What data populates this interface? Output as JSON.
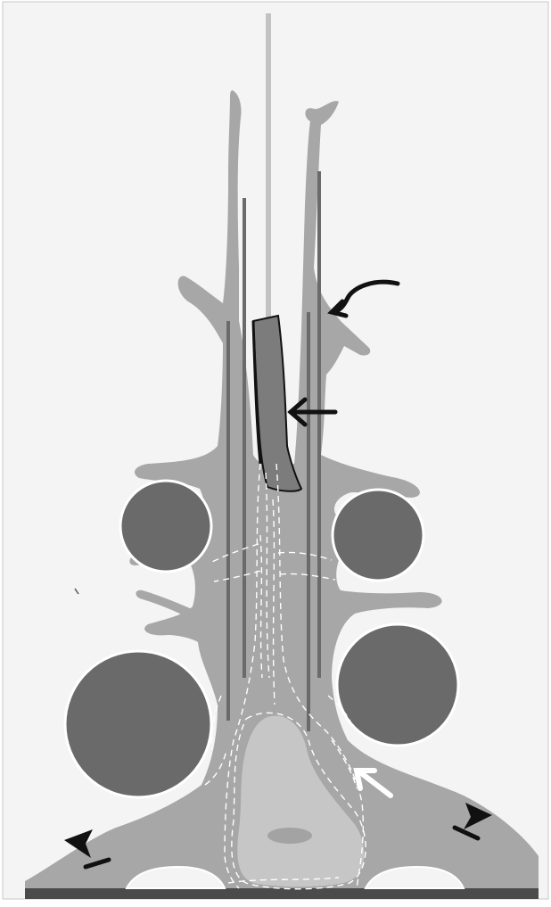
{
  "figure": {
    "colors": {
      "background": "#ffffff",
      "panel": "#f4f4f4",
      "panel_border": "#c8c8c8",
      "cell_body": "#a7a7a7",
      "axon": "#6a6a6a",
      "nucleus_region": "#c6c6c6",
      "nucleus": "#a3a3a3",
      "filaments": "#ffffff",
      "pipette": "#c2c2c2",
      "probe_fill": "#7c7c7c",
      "outline": "#111111",
      "base_strip": "#4b4b4b",
      "arrow_black": "#111111",
      "arrow_white": "#ffffff"
    },
    "circles": [
      {
        "name": "circle-top-left"
      },
      {
        "name": "circle-top-right"
      },
      {
        "name": "circle-bottom-left"
      },
      {
        "name": "circle-bottom-right"
      }
    ],
    "markers": [
      {
        "name": "curved-black-arrow",
        "icon": "curved-arrow-icon",
        "color": "black"
      },
      {
        "name": "straight-black-arrow",
        "icon": "arrow-left-icon",
        "color": "black"
      },
      {
        "name": "white-arrow",
        "icon": "arrow-up-left-icon",
        "color": "white"
      },
      {
        "name": "arrowhead-left",
        "icon": "arrowhead-icon",
        "color": "black"
      },
      {
        "name": "arrowhead-right",
        "icon": "arrowhead-icon",
        "color": "black"
      }
    ]
  }
}
